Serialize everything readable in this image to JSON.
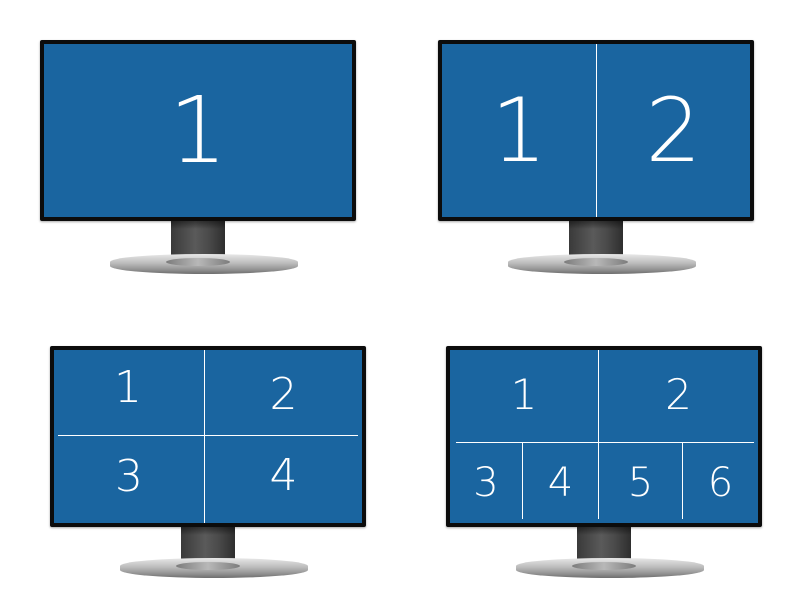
{
  "colors": {
    "screen": "#1a65a0",
    "bezel": "#0c0c0c",
    "pane_text": "#ffffff",
    "divider": "#ffffff"
  },
  "monitors": [
    {
      "layout": "single",
      "panes": [
        "1"
      ]
    },
    {
      "layout": "split-2",
      "panes": [
        "1",
        "2"
      ]
    },
    {
      "layout": "grid-4",
      "panes": [
        "1",
        "2",
        "3",
        "4"
      ]
    },
    {
      "layout": "grid-6",
      "panes": [
        "1",
        "2",
        "3",
        "4",
        "5",
        "6"
      ]
    }
  ]
}
